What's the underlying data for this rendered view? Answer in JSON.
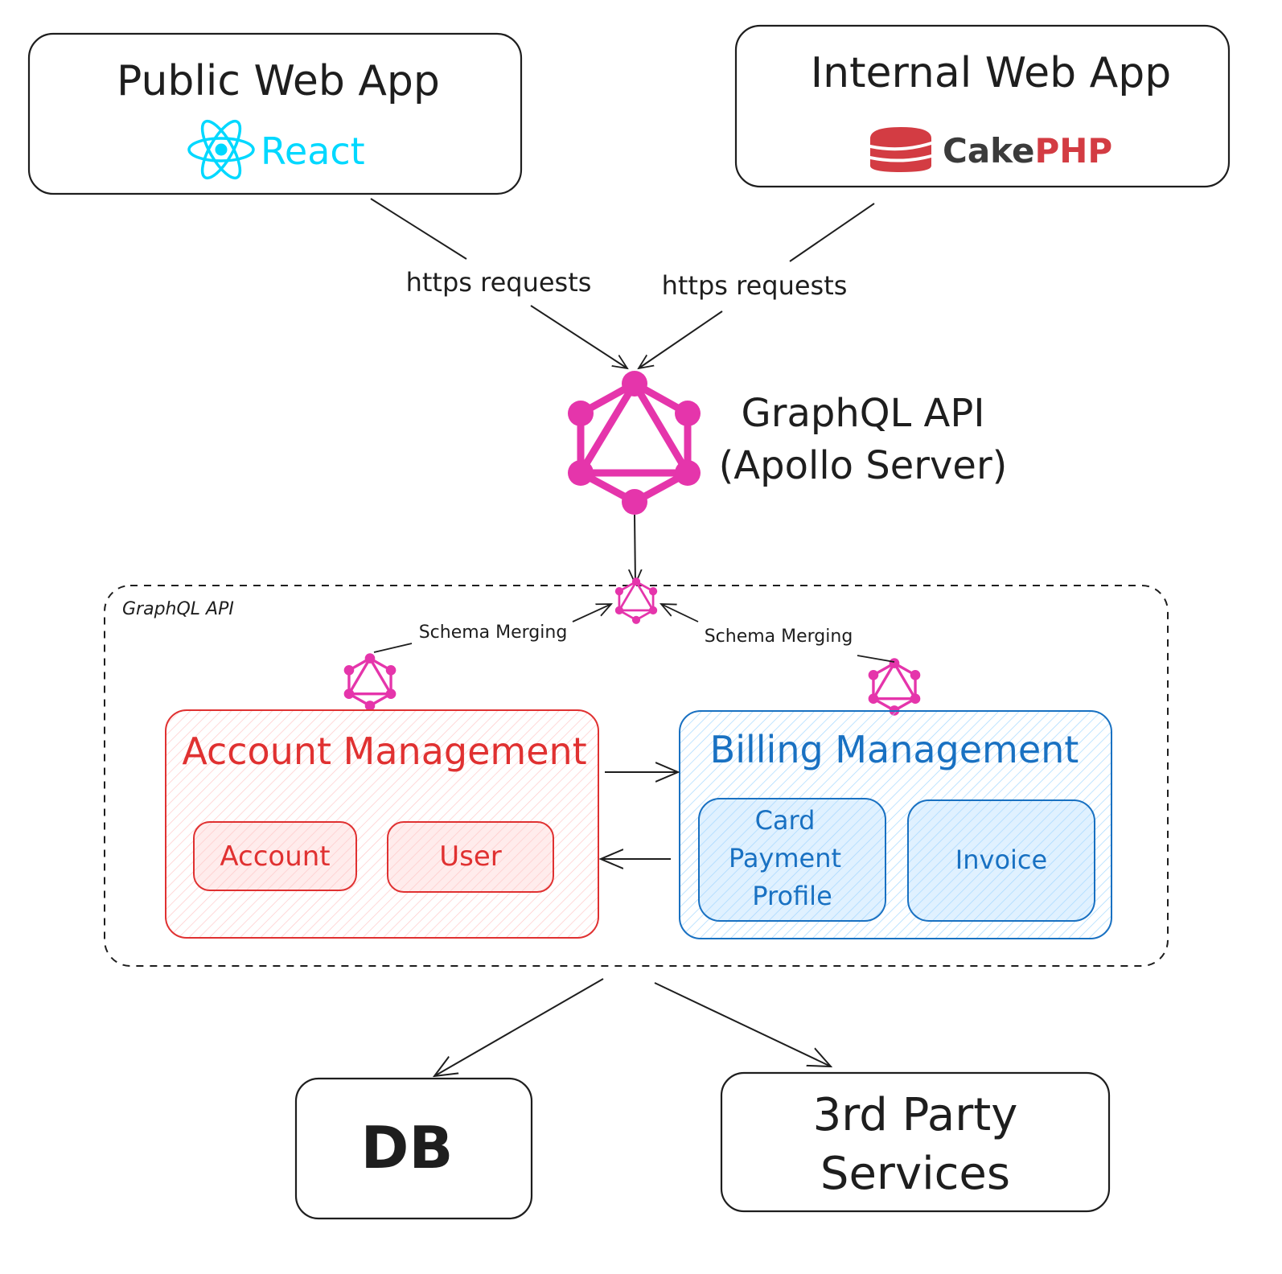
{
  "clients": {
    "public": {
      "title": "Public Web App",
      "logo": "React"
    },
    "internal": {
      "title": "Internal Web App",
      "logo_cake": "Cake",
      "logo_php": "PHP"
    }
  },
  "edges": {
    "https_left": "https requests",
    "https_right": "https requests",
    "merge_left": "Schema Merging",
    "merge_right": "Schema Merging"
  },
  "gateway": {
    "line1": "GraphQL API",
    "line2": "(Apollo Server)"
  },
  "group": {
    "label": "GraphQL API"
  },
  "account": {
    "title": "Account Management",
    "items": [
      "Account",
      "User"
    ]
  },
  "billing": {
    "title": "Billing Management",
    "card_lines": [
      "Card",
      "Payment",
      "Profile"
    ],
    "invoice": "Invoice"
  },
  "outputs": {
    "db": "DB",
    "third_party_lines": [
      "3rd Party",
      "Services"
    ]
  },
  "colors": {
    "graphql": "#e535ab",
    "react": "#00d8ff",
    "cake_red": "#d33c43",
    "cake_dark": "#3b3b3b",
    "account": "#e03131",
    "account_fill": "#ffc9c9",
    "billing": "#1971c2",
    "billing_fill": "#a5d8ff",
    "ink": "#1e1e1e"
  },
  "icons": [
    "react-icon",
    "cakephp-icon",
    "graphql-icon"
  ]
}
